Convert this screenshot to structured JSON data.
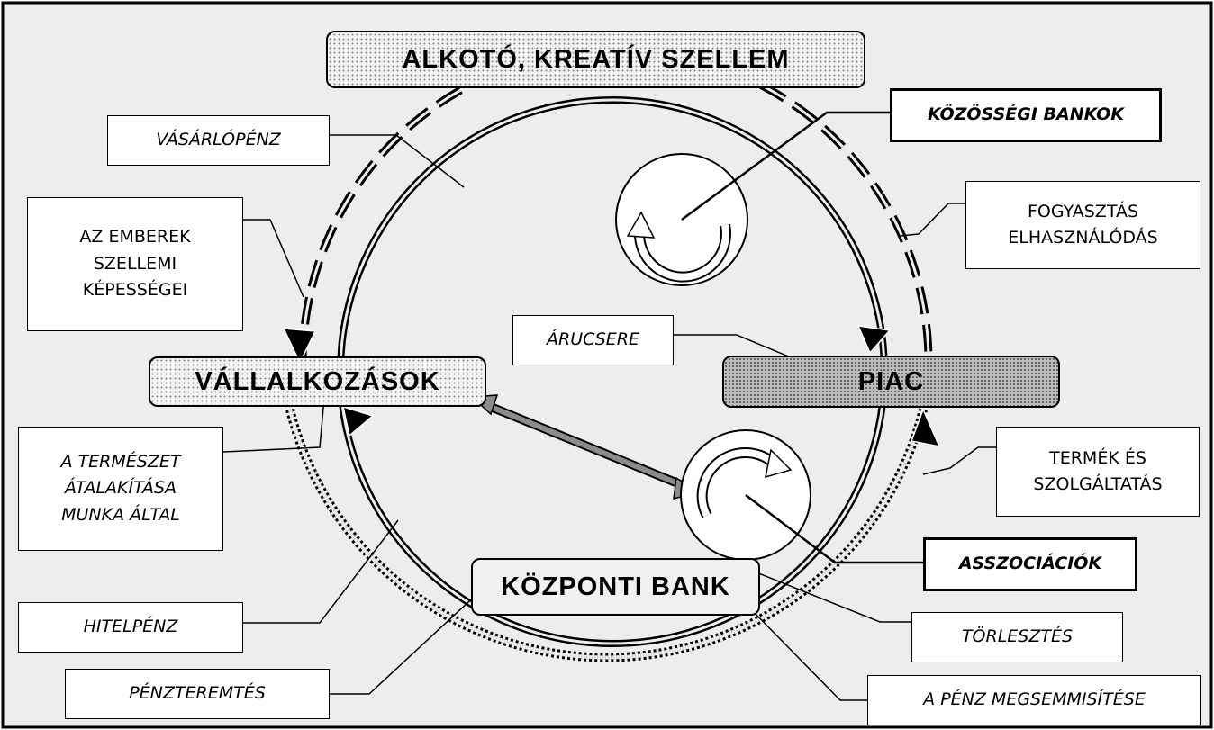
{
  "nodes": {
    "spirit": "ALKOTÓ, KREATÍV SZELLEM",
    "enterprises": "VÁLLALKOZÁSOK",
    "market": "PIAC",
    "central_bank": "KÖZPONTI BANK"
  },
  "labels": {
    "purchasing_money": "VÁSÁRLÓPÉNZ",
    "community_banks": "KÖZÖSSÉGI BANKOK",
    "mental_abilities": "AZ EMBEREK\nSZELLEMI\nKÉPESSÉGEI",
    "consumption": "FOGYASZTÁS\nELHASZNÁLÓDÁS",
    "exchange": "ÁRUCSERE",
    "nature_transform": "A TERMÉSZET\nÁTALAKÍTÁSA\nMUNKA ÁLTAL",
    "products": "TERMÉK ÉS\nSZOLGÁLTATÁS",
    "associations": "ASSZOCIÁCIÓK",
    "credit_money": "HITELPÉNZ",
    "repayment": "TÖRLESZTÉS",
    "money_creation": "PÉNZTEREMTÉS",
    "money_destruction": "A PÉNZ MEGSEMMISÍTÉSE"
  },
  "colors": {
    "background": "#ededed",
    "line": "#000000",
    "double_arrow": "#8c8c8c"
  }
}
